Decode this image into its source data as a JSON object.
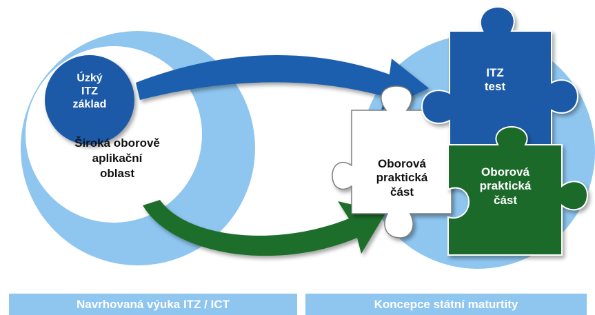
{
  "left_side": {
    "core_label": [
      "Úzký",
      "ITZ",
      "základ"
    ],
    "area_label": [
      "Široká oborově",
      "aplikační",
      "oblast"
    ]
  },
  "right_side": {
    "itz_test_label": [
      "ITZ",
      "test"
    ],
    "white_piece_label": [
      "Oborová",
      "praktická",
      "část"
    ],
    "green_piece_label": [
      "Oborová",
      "praktická",
      "část"
    ]
  },
  "footer": {
    "left": "Navrhovaná výuka ITZ / ICT",
    "right": "Koncepce státní maturtity"
  },
  "colors": {
    "light_blue": "#8ec6f0",
    "dark_blue": "#1e5aa8",
    "dark_green": "#1f6b2a",
    "arrow_blue": "#1b5fae",
    "arrow_green": "#1f6e2b",
    "white": "#ffffff"
  }
}
